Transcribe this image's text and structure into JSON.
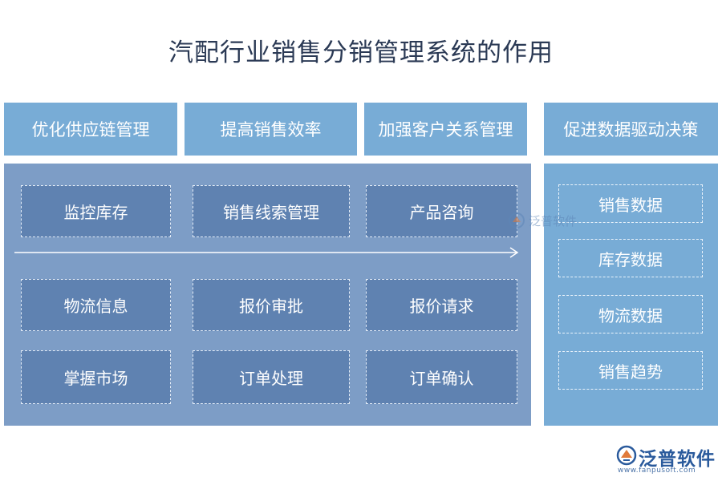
{
  "title": "汽配行业销售分销管理系统的作用",
  "headers": [
    "优化供应链管理",
    "提高销售效率",
    "加强客户关系管理",
    "促进数据驱动决策"
  ],
  "grid": {
    "row1": [
      "监控库存",
      "销售线索管理",
      "产品咨询"
    ],
    "row2": [
      "物流信息",
      "报价审批",
      "报价请求"
    ],
    "row3": [
      "掌握市场",
      "订单处理",
      "订单确认"
    ]
  },
  "right_items": [
    "销售数据",
    "库存数据",
    "物流数据",
    "销售趋势"
  ],
  "watermark_mid": "泛普软件",
  "logo": {
    "name": "泛普软件",
    "url": "www.fanpusoft.com"
  },
  "colors": {
    "header": "#78acd6",
    "panel_left": "#7d9dc6",
    "box": "#5f82b1",
    "panel_right": "#78acd6",
    "title": "#2b3a55"
  }
}
